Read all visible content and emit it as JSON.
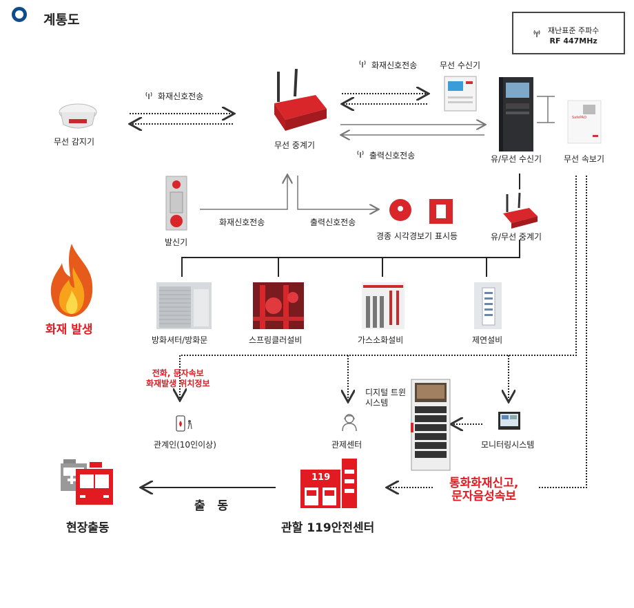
{
  "header": {
    "title": "계통도"
  },
  "rf_box": {
    "line1": "재난표준 주파수",
    "line2": "RF 447MHz"
  },
  "devices": {
    "wireless_detector": "무선 감지기",
    "wireless_repeater": "무선 중계기",
    "wireless_receiver": "무선 수신기",
    "wired_wireless_receiver": "유/무선 수신기",
    "wireless_reporter": "무선 속보기",
    "transmitter": "발신기",
    "alarm_devices": "경종  시각경보기 표시등",
    "wired_wireless_repeater": "유/무선 중계기",
    "fire_shutter": "방화셔터/방화문",
    "sprinkler": "스프링클러설비",
    "gas_extinguisher": "가스소화설비",
    "smoke_control": "제연설비",
    "digital_twin_line1": "디지털 트윈",
    "digital_twin_line2": "시스템",
    "related_persons": "관계인(10인이상)",
    "control_center": "관제센터",
    "monitoring_system": "모니터링시스템",
    "fire_station": "관할 119안전센터",
    "field_dispatch": "현장출동"
  },
  "signals": {
    "fire_signal_a": "화재신호전송",
    "fire_signal_b": "화재신호전송",
    "output_signal_a": "출력신호전송",
    "fire_signal_c": "화재신호전송",
    "output_signal_b": "출력신호전송"
  },
  "notices": {
    "fire_event": "화재 발생",
    "phone_line1": "전화, 문자속보",
    "phone_line2": "화재발생 위치정보",
    "report_line1": "통화화재신고,",
    "report_line2": "문자음성속보",
    "dispatch": "출   동",
    "station_number": "119"
  },
  "colors": {
    "accent_red": "#e21b22",
    "logo_blue": "#0f4c8a"
  }
}
